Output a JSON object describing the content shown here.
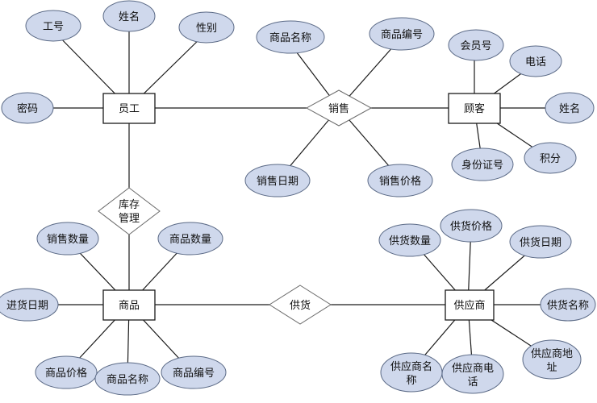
{
  "entities": {
    "employee": "员工",
    "customer": "顾客",
    "product": "商品",
    "supplier": "供应商"
  },
  "relationships": {
    "sales": "销售",
    "inventory": [
      "库存",
      "管理"
    ],
    "supply": "供货"
  },
  "attributes": {
    "employee": {
      "id": "工号",
      "name": "姓名",
      "gender": "性别",
      "password": "密码"
    },
    "sales": {
      "product_name": "商品名称",
      "product_code": "商品编号",
      "sale_date": "销售日期",
      "sale_price": "销售价格"
    },
    "customer": {
      "member_no": "会员号",
      "phone": "电话",
      "name": "姓名",
      "id_card": "身份证号",
      "points": "积分"
    },
    "product": {
      "sales_qty": "销售数量",
      "product_qty": "商品数量",
      "purchase_date": "进货日期",
      "price": "商品价格",
      "name": "商品名称",
      "code": "商品编号"
    },
    "supplier": {
      "supply_qty": "供货数量",
      "supply_price": "供货价格",
      "supply_date": "供货日期",
      "supply_name": "供货名称",
      "address": [
        "供应商地",
        "址"
      ],
      "supplier_name": [
        "供应商名",
        "称"
      ],
      "supplier_phone": [
        "供应商电",
        "话"
      ]
    }
  }
}
